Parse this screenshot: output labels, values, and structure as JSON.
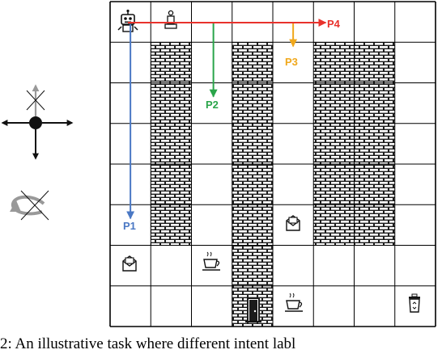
{
  "diagram": {
    "grid": {
      "rows": 8,
      "cols": 8
    },
    "wall_columns": [
      {
        "col": 1,
        "from_row": 1,
        "to_row": 5
      },
      {
        "col": 3,
        "from_row": 1,
        "to_row": 7
      },
      {
        "col": 5,
        "from_row": 1,
        "to_row": 5
      },
      {
        "col": 6,
        "from_row": 1,
        "to_row": 5
      }
    ],
    "items": [
      {
        "name": "robot-icon",
        "row": 0,
        "col": 0
      },
      {
        "name": "person-icon",
        "row": 0,
        "col": 1
      },
      {
        "name": "mail-icon",
        "row": 5,
        "col": 4
      },
      {
        "name": "mail-icon",
        "row": 6,
        "col": 0
      },
      {
        "name": "coffee-icon",
        "row": 6,
        "col": 2
      },
      {
        "name": "door-icon",
        "row": 7,
        "col": 3
      },
      {
        "name": "coffee-icon",
        "row": 7,
        "col": 4
      },
      {
        "name": "trash-icon",
        "row": 7,
        "col": 7
      }
    ],
    "paths": [
      {
        "label": "P1",
        "color": "#4a78c4",
        "points": [
          [
            0,
            0
          ],
          [
            5,
            0
          ]
        ]
      },
      {
        "label": "P2",
        "color": "#2aa54a",
        "points": [
          [
            0,
            0
          ],
          [
            0,
            2
          ],
          [
            2,
            2
          ]
        ]
      },
      {
        "label": "P3",
        "color": "#f0a81c",
        "points": [
          [
            0,
            0
          ],
          [
            0,
            4
          ],
          [
            1,
            4
          ]
        ]
      },
      {
        "label": "P4",
        "color": "#e8322c",
        "points": [
          [
            0,
            0
          ],
          [
            0,
            5
          ]
        ]
      }
    ],
    "legend": {
      "movement_icon": "four-direction-arrows-icon",
      "rotation_icon": "rotate-crossed-icon"
    }
  },
  "caption": "2: An illustrative task where different intent labl"
}
